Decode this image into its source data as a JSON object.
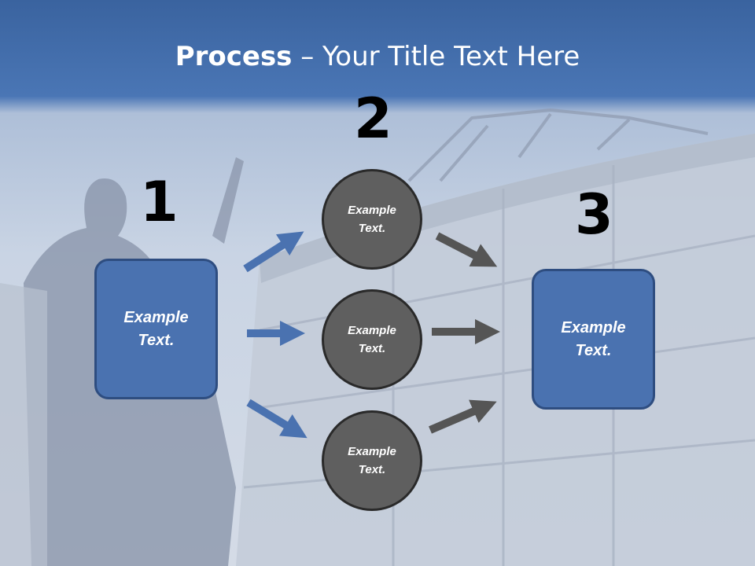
{
  "title": {
    "bold": "Process",
    "rest": " – Your Title Text Here"
  },
  "steps": [
    {
      "number": "1",
      "label_line1": "Example",
      "label_line2": "Text."
    },
    {
      "number": "2"
    },
    {
      "number": "3",
      "label_line1": "Example",
      "label_line2": "Text."
    }
  ],
  "circles": [
    {
      "label_line1": "Example",
      "label_line2": "Text."
    },
    {
      "label_line1": "Example",
      "label_line2": "Text."
    },
    {
      "label_line1": "Example",
      "label_line2": "Text."
    }
  ],
  "colors": {
    "box_fill": "#4a72b0",
    "circle_fill": "#5f5f5f",
    "blue_arrow": "#4a72b0",
    "gray_arrow": "#555555",
    "header": "#3f68a6"
  }
}
